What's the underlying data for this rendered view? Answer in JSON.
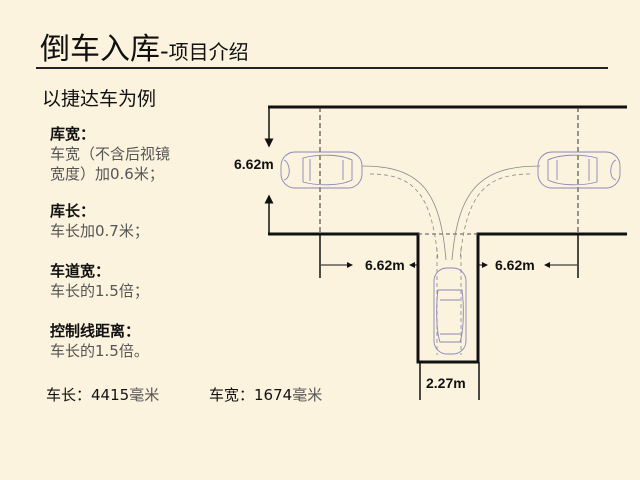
{
  "header": {
    "title_main": "倒车入库",
    "title_sep": "-",
    "title_sub": "项目介绍"
  },
  "subtitle": "以捷达车为例",
  "specs": [
    {
      "label": "库宽：",
      "lines": [
        "车宽（不含后视镜",
        "宽度）加0.6米；"
      ]
    },
    {
      "label": "库长：",
      "lines": [
        "车长加0.7米；"
      ]
    },
    {
      "label": "车道宽：",
      "lines": [
        "车长的1.5倍；"
      ]
    },
    {
      "label": "控制线距离：",
      "lines": [
        "车长的1.5倍。"
      ]
    }
  ],
  "footer": {
    "length_label": "车长：",
    "length_value": "4415",
    "length_unit": "毫米",
    "width_label": "车宽：",
    "width_value": "1674",
    "width_unit": "毫米"
  },
  "diagram": {
    "lane_width_label": "6.62m",
    "left_control_label": "6.62m",
    "right_control_label": "6.62m",
    "garage_width_label": "2.27m",
    "line_color": "#111111",
    "car_color": "#8a86b8",
    "path_color": "#777777"
  }
}
